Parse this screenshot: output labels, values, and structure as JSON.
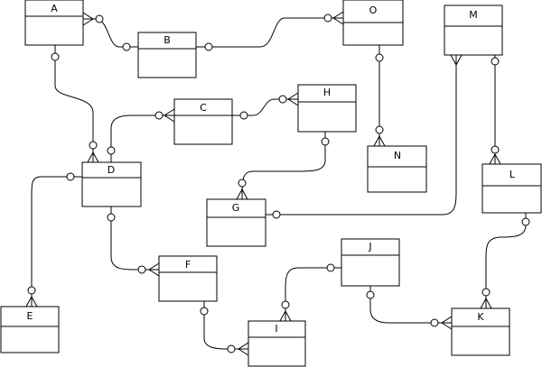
{
  "diagram": {
    "entities": [
      {
        "id": "A",
        "label": "A"
      },
      {
        "id": "B",
        "label": "B"
      },
      {
        "id": "O",
        "label": "O"
      },
      {
        "id": "M",
        "label": "M"
      },
      {
        "id": "C",
        "label": "C"
      },
      {
        "id": "H",
        "label": "H"
      },
      {
        "id": "D",
        "label": "D"
      },
      {
        "id": "N",
        "label": "N"
      },
      {
        "id": "G",
        "label": "G"
      },
      {
        "id": "L",
        "label": "L"
      },
      {
        "id": "E",
        "label": "E"
      },
      {
        "id": "F",
        "label": "F"
      },
      {
        "id": "J",
        "label": "J"
      },
      {
        "id": "I",
        "label": "I"
      },
      {
        "id": "K",
        "label": "K"
      }
    ],
    "relationships": [
      {
        "from": "A",
        "to": "B",
        "from_end": "crow-circle",
        "to_end": "circle"
      },
      {
        "from": "B",
        "to": "O",
        "from_end": "circle",
        "to_end": "crow-circle"
      },
      {
        "from": "A",
        "to": "D",
        "from_end": "circle",
        "to_end": "crow-circle"
      },
      {
        "from": "D",
        "to": "C",
        "from_end": "circle",
        "to_end": "crow-circle"
      },
      {
        "from": "C",
        "to": "H",
        "from_end": "circle",
        "to_end": "crow-circle"
      },
      {
        "from": "O",
        "to": "N",
        "from_end": "circle",
        "to_end": "crow-circle"
      },
      {
        "from": "H",
        "to": "G",
        "from_end": "circle",
        "to_end": "crow-circle"
      },
      {
        "from": "G",
        "to": "M",
        "from_end": "circle",
        "to_end": "crow"
      },
      {
        "from": "M",
        "to": "L",
        "from_end": "circle",
        "to_end": "crow-circle"
      },
      {
        "from": "D",
        "to": "E",
        "from_end": "circle",
        "to_end": "crow-circle"
      },
      {
        "from": "D",
        "to": "F",
        "from_end": "circle",
        "to_end": "crow-circle"
      },
      {
        "from": "F",
        "to": "I",
        "from_end": "circle",
        "to_end": "crow-circle"
      },
      {
        "from": "J",
        "to": "I",
        "from_end": "circle",
        "to_end": "crow-circle"
      },
      {
        "from": "J",
        "to": "K",
        "from_end": "circle",
        "to_end": "crow-circle"
      },
      {
        "from": "L",
        "to": "K",
        "from_end": "circle",
        "to_end": "crow-circle"
      }
    ]
  }
}
